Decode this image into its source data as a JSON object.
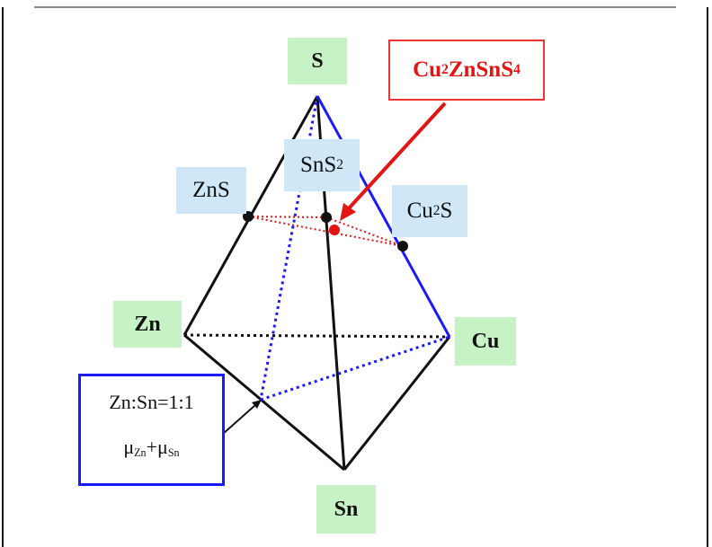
{
  "vertices": {
    "s": "S",
    "zn": "Zn",
    "cu": "Cu",
    "sn": "Sn"
  },
  "compounds": {
    "zns": "ZnS",
    "sns2": {
      "base": "SnS",
      "sub": "2"
    },
    "cu2s": {
      "a": "Cu",
      "sub": "2",
      "b": "S"
    }
  },
  "target": {
    "p1": "Cu",
    "s1": "2",
    "p2": "ZnSnS",
    "s2": "4"
  },
  "ratio_box": {
    "line1": "Zn:Sn=1:1",
    "mu1": "μ",
    "mu1_sub": "Zn",
    "plus": "+",
    "mu2": "μ",
    "mu2_sub": "Sn"
  },
  "colors": {
    "edge_black": "#111111",
    "edge_blue": "#1a1aff",
    "highlight_red": "#e31414",
    "vertex_label_bg": "#c6f2c6",
    "compound_label_bg": "#cfe7f7"
  }
}
